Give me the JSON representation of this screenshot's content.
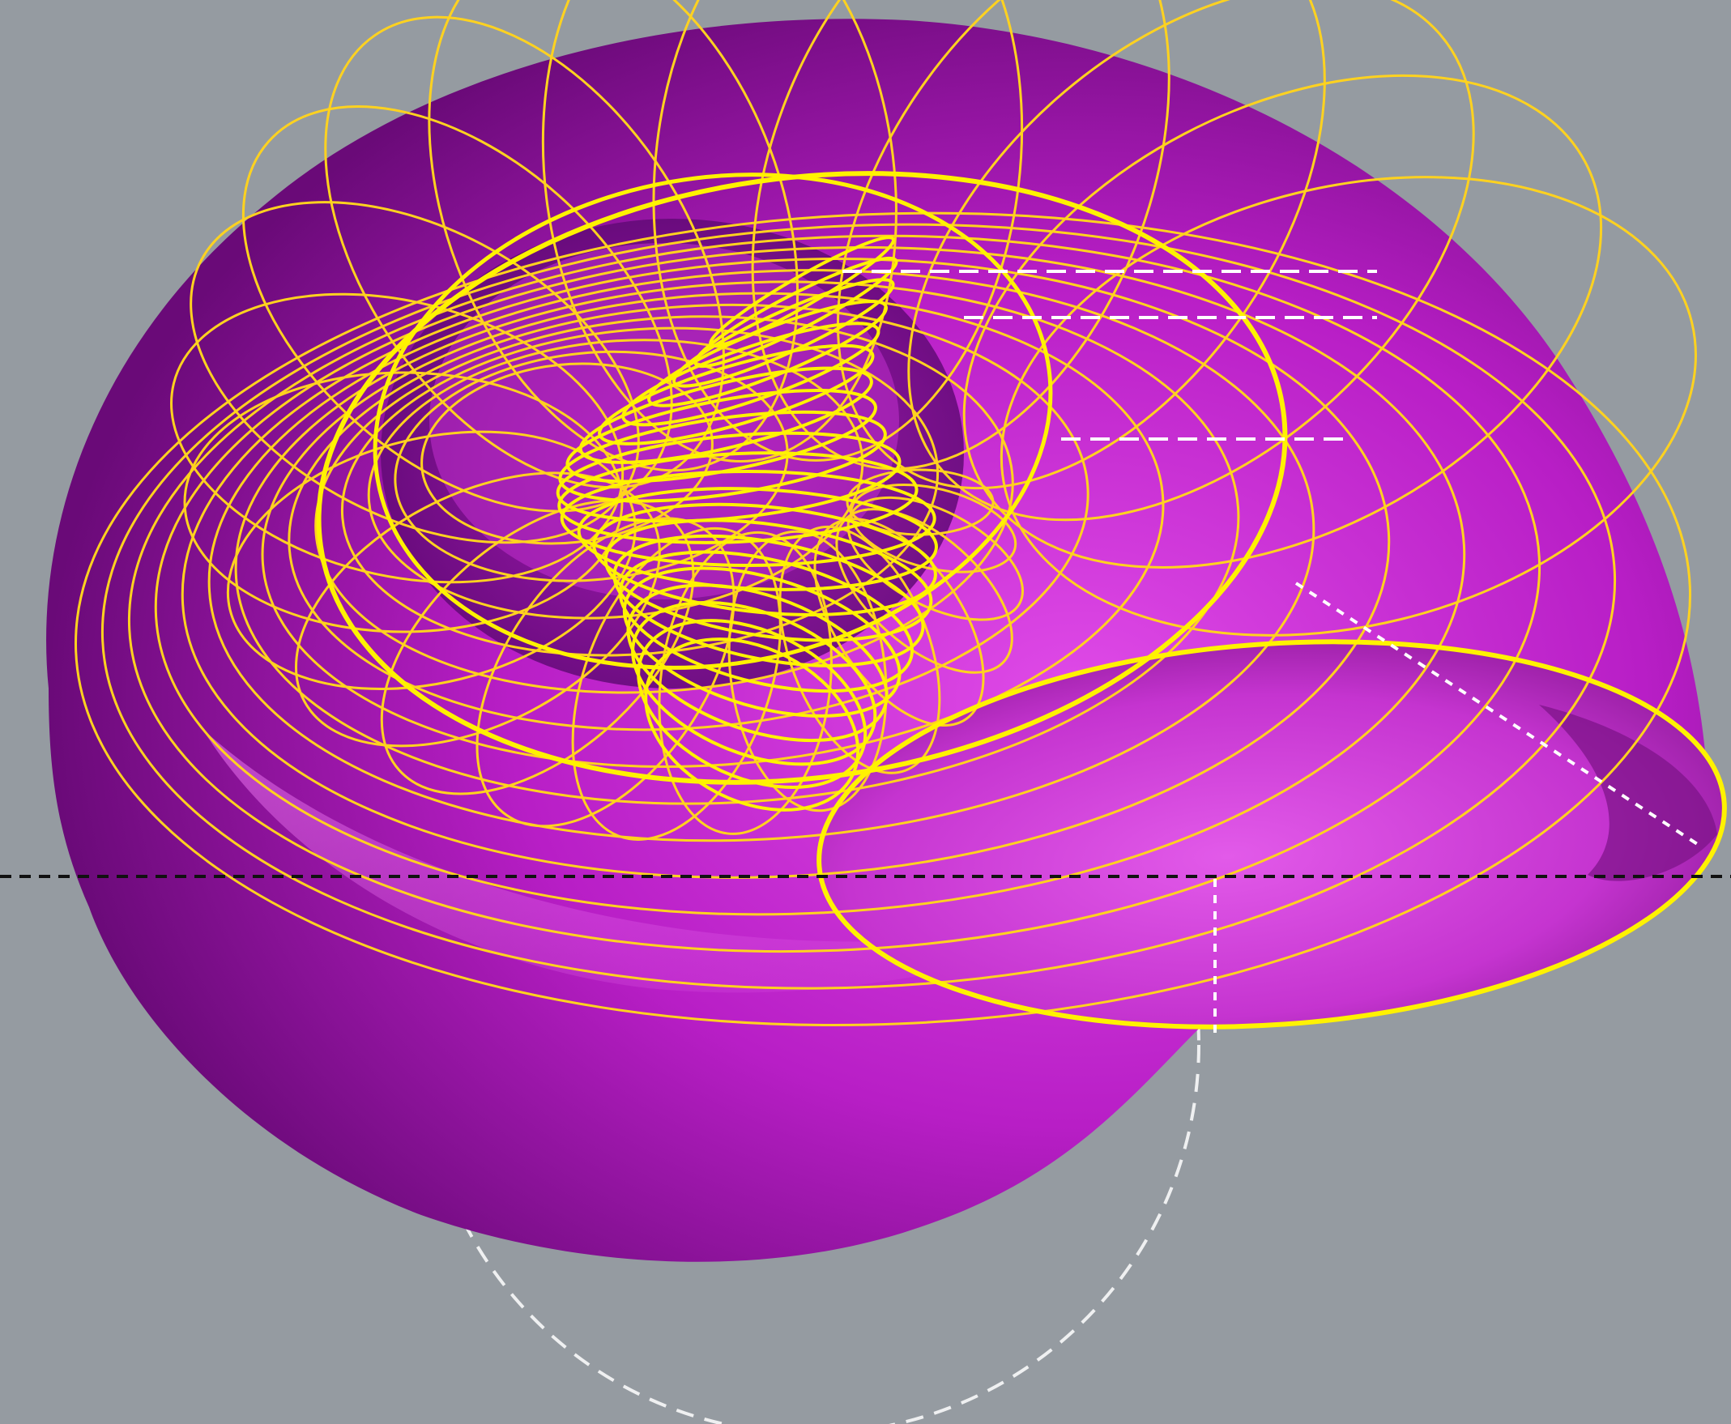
{
  "scene": {
    "subject": "shell-surface",
    "colors": {
      "background": "#959ba1",
      "surface_light": "#e04be8",
      "surface_mid": "#b81ec6",
      "surface_dark": "#6a0a78",
      "wireframe": "#ffd21f",
      "wireframe_bright": "#fff200",
      "guide_white": "#ffffff",
      "guide_black": "#111111"
    },
    "guides": {
      "horizontal_axis": "black-dashed",
      "reference_lines": "white-dashed",
      "base_circle": "white-dashed"
    }
  }
}
